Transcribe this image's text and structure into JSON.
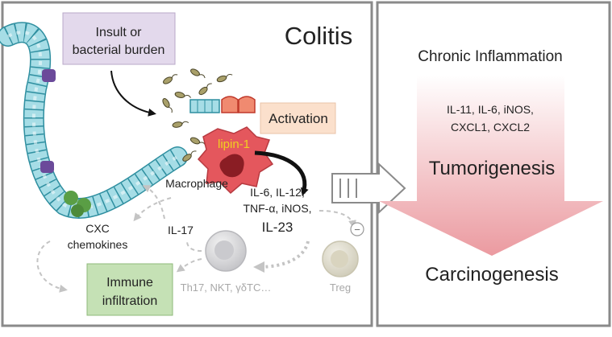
{
  "left_panel": {
    "title": "Colitis",
    "insult_box": {
      "line1": "Insult or",
      "line2": "bacterial burden"
    },
    "activation_label": "Activation",
    "lipin_label": "lipin-1",
    "macrophage_label": "Macrophage",
    "cytokines": {
      "line1": "IL-6, IL-12,",
      "line2": "TNF-α, iNOS,",
      "line3": "IL-23"
    },
    "cxc_label": {
      "line1": "CXC",
      "line2": "chemokines"
    },
    "il17_label": "IL-17",
    "immune_box": {
      "line1": "Immune",
      "line2": "infiltration"
    },
    "th17_label": "Th17, NKT, γδTC…",
    "treg_label": "Treg",
    "minus_symbol": "−"
  },
  "right_panel": {
    "title": "Chronic Inflammation",
    "cytokines": {
      "line1": "IL-11, IL-6, iNOS,",
      "line2": "CXCL1, CXCL2"
    },
    "tumorigenesis": "Tumorigenesis",
    "carcinogenesis": "Carcinogenesis"
  },
  "colors": {
    "border": "#8a8a8a",
    "epithelium": "#a6dde6",
    "epithelium_stroke": "#2f8fa0",
    "insult_box_fill": "#e3d9ec",
    "activation_box_fill": "#fbe0cc",
    "macrophage_fill": "#e4575d",
    "lipin_text": "#f0d020",
    "immune_box_fill": "#c5e1b5",
    "arrow_gradient_top": "#ffffff",
    "arrow_gradient_bottom": "#eb9aa0",
    "faded_gray": "#bdbdbd"
  }
}
